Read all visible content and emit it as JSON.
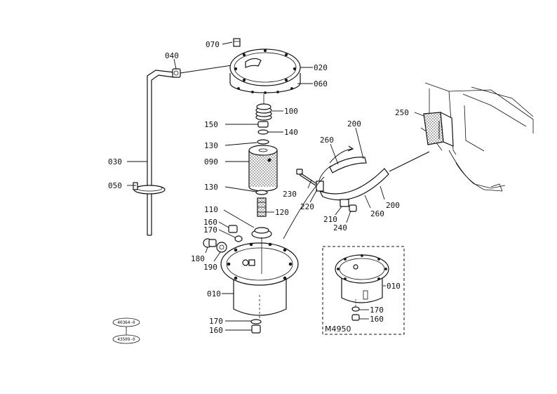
{
  "parts": {
    "p070": "070",
    "p040": "040",
    "p020": "020",
    "p060": "060",
    "p100": "100",
    "p150": "150",
    "p140": "140",
    "p130a": "130",
    "p030": "030",
    "p090": "090",
    "p050": "050",
    "p130b": "130",
    "p110": "110",
    "p120": "120",
    "p160a": "160",
    "p170a": "170",
    "p180": "180",
    "p190": "190",
    "p010a": "010",
    "p170b": "170",
    "p160b": "160",
    "p200a": "200",
    "p260a": "260",
    "p230": "230",
    "p220": "220",
    "p210": "210",
    "p240": "240",
    "p260b": "260",
    "p200b": "200",
    "p250": "250",
    "p010b": "010",
    "p170c": "170",
    "p160c": "160"
  },
  "variant_box_label": "M4950",
  "reference_codes": [
    "40364-0",
    "43509-0"
  ],
  "colors": {
    "ink": "#111111",
    "paper": "#ffffff"
  }
}
